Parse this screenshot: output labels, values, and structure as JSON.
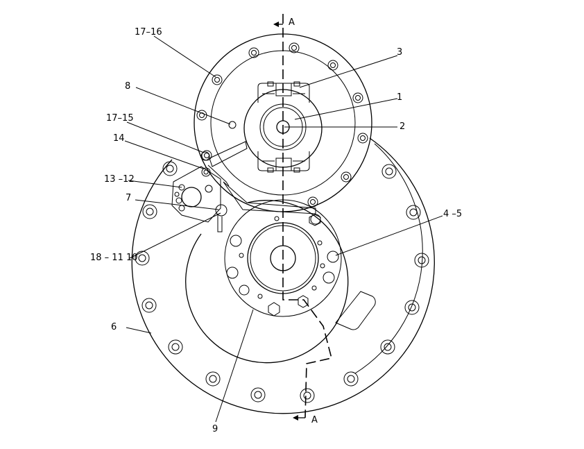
{
  "section_marker": {
    "top_label": "A",
    "bottom_label": "A"
  },
  "callouts": {
    "c17_16": "17–16",
    "c8": "8",
    "c17_15": "17–15",
    "c14": "14",
    "c13_12": "13 –12",
    "c7": "7",
    "c18_11_10": "18 – 11 10",
    "c6": "6",
    "c3": "3",
    "c1": "1",
    "c2": "2",
    "c4_5": "4 –5",
    "c9": "9"
  }
}
